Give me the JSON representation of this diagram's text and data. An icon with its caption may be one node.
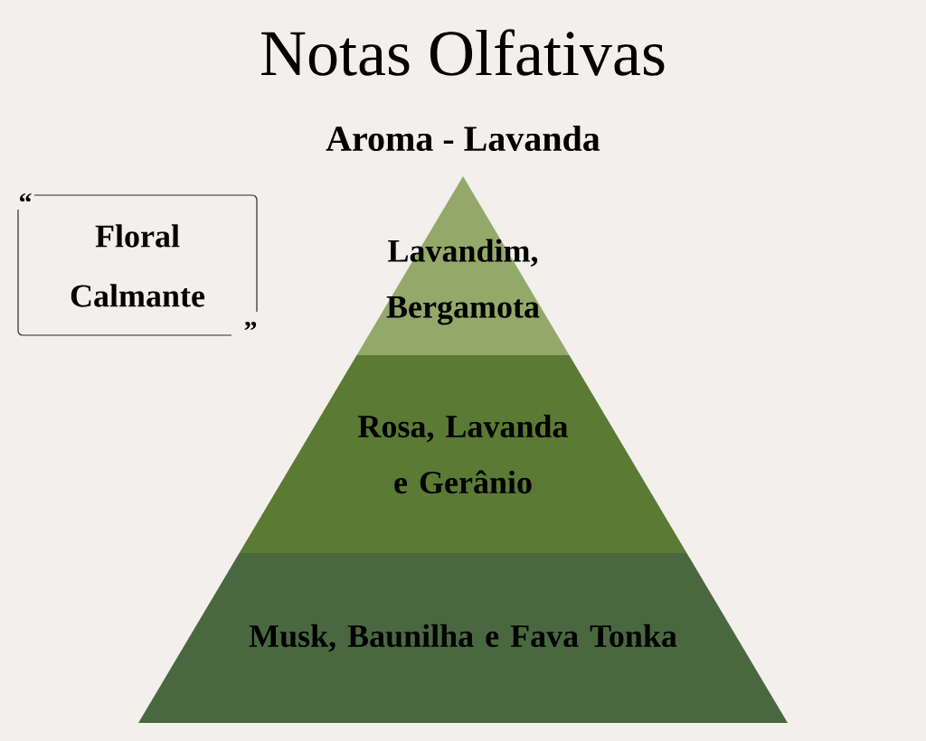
{
  "diagram": {
    "title": "Notas Olfativas",
    "nodes": [
      {
        "text": [
          "Floral Calmante"
        ]
      },
      {
        "text": [
          "Lavandim, Bergamota"
        ]
      },
      {
        "text": [
          "Rosa, Lavanda e Gerânio"
        ]
      },
      {
        "text": [
          "Musk, Baunilha e Fava Tonka"
        ]
      }
    ],
    "labels": [
      "Aroma - Lavanda",
      "“",
      "”"
    ]
  }
}
